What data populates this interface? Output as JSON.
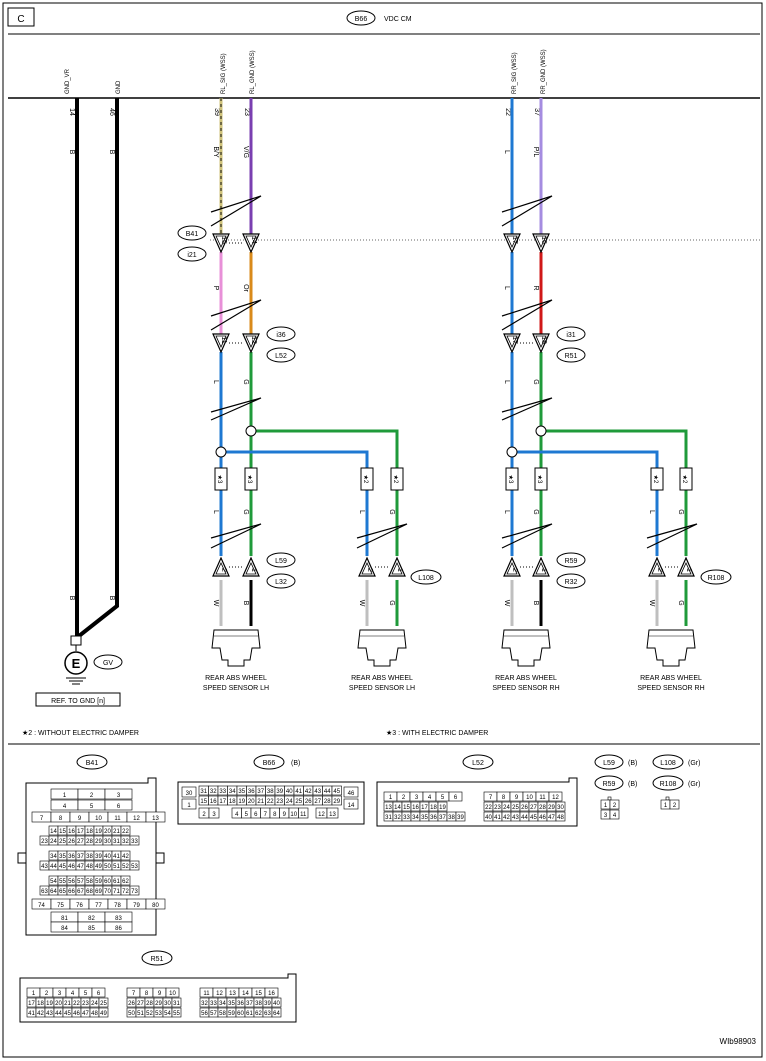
{
  "page": {
    "section": "C",
    "main_connector": "B66",
    "main_title": "VDC CM",
    "figure_id": "WIb98903"
  },
  "pins_top": {
    "gnd_vr": {
      "label": "GND_VR",
      "pin": "14",
      "color": "B"
    },
    "gnd": {
      "label": "GND",
      "pin": "46",
      "color": "B"
    },
    "rl_sig": {
      "label": "RL_SIG (WSS)",
      "pin": "39",
      "color": "B/Y"
    },
    "rl_gnd": {
      "label": "RL_GND (WSS)",
      "pin": "23",
      "color": "V/G"
    },
    "rr_sig": {
      "label": "RR_SIG (WSS)",
      "pin": "22",
      "color": "L"
    },
    "rr_gnd": {
      "label": "RR_GND (WSS)",
      "pin": "37",
      "color": "P/L"
    }
  },
  "connectors": {
    "b41": "B41",
    "i21": "i21",
    "i36": "i36",
    "l52": "L52",
    "l59": "L59",
    "l32": "L32",
    "l108": "L108",
    "i31": "i31",
    "r51": "R51",
    "r59": "R59",
    "r32": "R32",
    "r108": "R108",
    "gv": "GV"
  },
  "pins": {
    "lh_b41_1": "15",
    "lh_b41_2": "14",
    "lh_i36_1": "11",
    "lh_i36_2": "12",
    "rh_b41_1": "17",
    "rh_b41_2": "16",
    "rh_i31_1": "17",
    "rh_i31_2": "18",
    "s_a": "2",
    "s_b": "1"
  },
  "wire_colors": {
    "p": "P",
    "or": "Or",
    "l": "L",
    "g": "G",
    "r": "R",
    "w": "W",
    "b": "B"
  },
  "marks": {
    "star2": "★2",
    "star3": "★3"
  },
  "sensors": {
    "lh1": "REAR ABS WHEEL",
    "lh2": "SPEED SENSOR LH",
    "rh1": "REAR ABS WHEEL",
    "rh2": "SPEED SENSOR RH"
  },
  "ground": {
    "symbol": "E",
    "ref": "REF. TO GND [n]"
  },
  "notes": {
    "n2": "★2 : WITHOUT ELECTRIC DAMPER",
    "n3": "★3 : WITH ELECTRIC DAMPER"
  },
  "connector_views": {
    "b41": "B41",
    "b66": "B66",
    "b66_color": "(B)",
    "l52": "L52",
    "l59": "L59",
    "l59_color": "(B)",
    "l108": "L108",
    "l108_color": "(Gr)",
    "r59": "R59",
    "r59_color": "(B)",
    "r108": "R108",
    "r108_color": "(Gr)",
    "r51": "R51"
  },
  "colors": {
    "blue": "#1e78d2",
    "green": "#1f9a3a",
    "violet": "#7a3fb0",
    "pink": "#e890d8",
    "orange": "#d98a1a",
    "red": "#d01818",
    "lavender": "#a58ce0",
    "khaki": "#cfc27a",
    "white_wire": "#bfbfbf"
  }
}
